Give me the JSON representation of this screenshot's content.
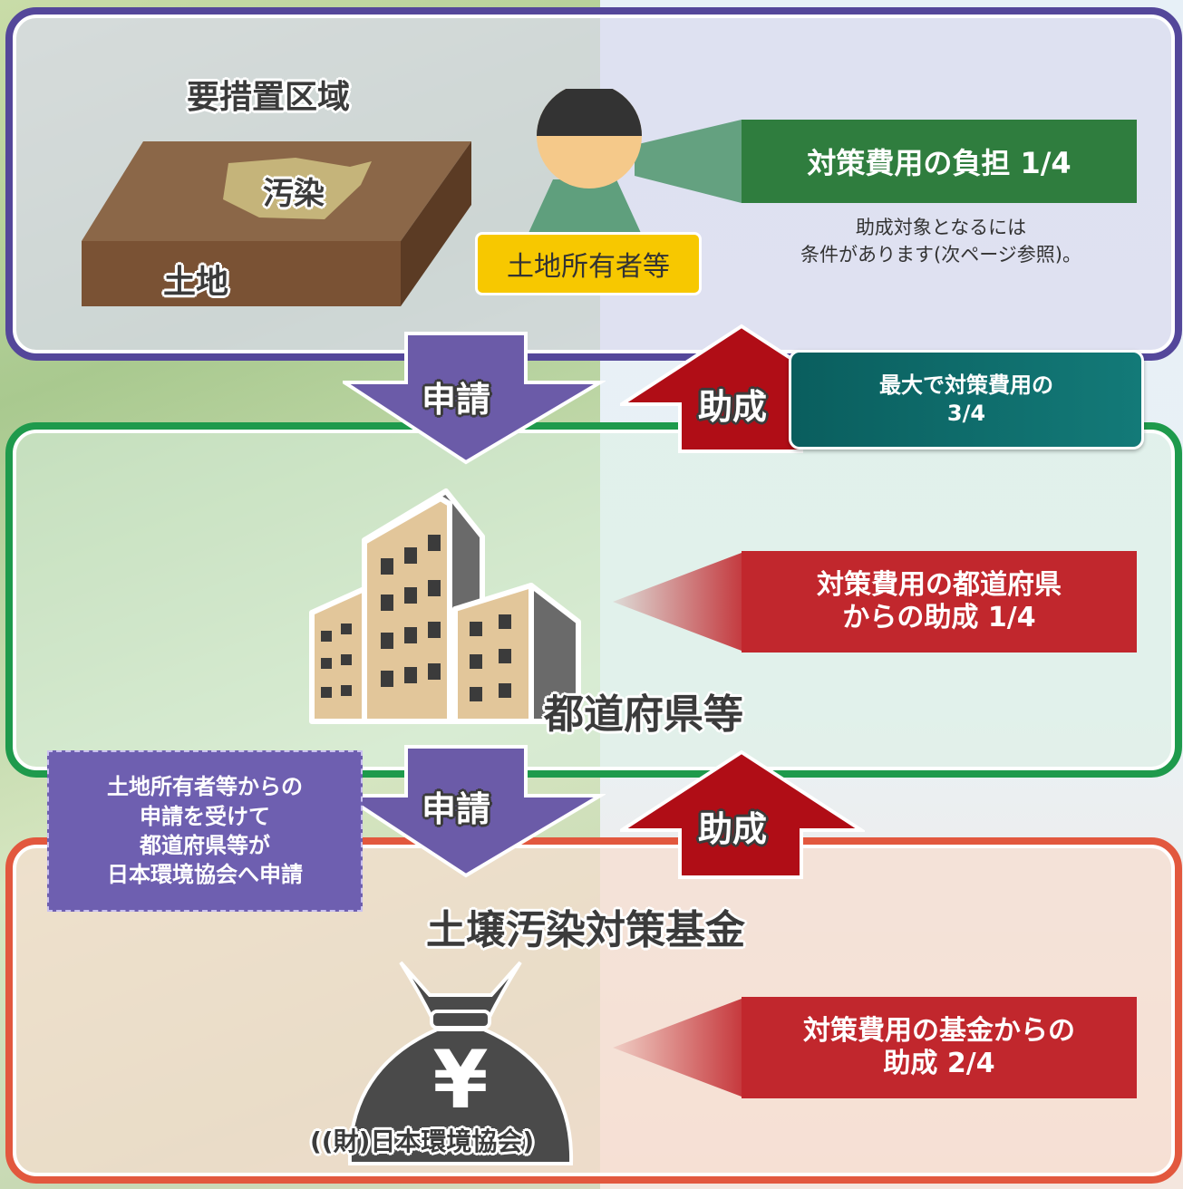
{
  "top": {
    "area_title": "要措置区域",
    "contamination": "汚染",
    "land": "土地",
    "owner": "土地所有者等",
    "burden": "対策費用の負担 1/4",
    "note_line1": "助成対象となるには",
    "note_line2": "条件があります(次ページ参照)。"
  },
  "flow1": {
    "apply": "申請",
    "grant": "助成",
    "max_line1": "最大で対策費用の",
    "max_line2": "3/4"
  },
  "middle": {
    "title": "都道府県等",
    "grant_line1": "対策費用の都道府県",
    "grant_line2": "からの助成 1/4"
  },
  "flow2": {
    "apply": "申請",
    "grant": "助成",
    "note_lines": [
      "土地所有者等からの",
      "申請を受けて",
      "都道府県等が",
      "日本環境協会へ申請"
    ]
  },
  "bottom": {
    "title": "土壌汚染対策基金",
    "yen": "¥",
    "org": "((財)日本環境協会)",
    "grant_line1": "対策費用の基金からの",
    "grant_line2": "助成 2/4"
  },
  "colors": {
    "top_border": "#54479a",
    "middle_border": "#1e9a4c",
    "bottom_border": "#e2583e",
    "apply_arrow": "#6b5ba8",
    "grant_arrow": "#b00d16",
    "green_box": "#2f7d3e",
    "red_box": "#c1272d",
    "teal_box": "#137a78",
    "owner_label": "#f7c800"
  }
}
